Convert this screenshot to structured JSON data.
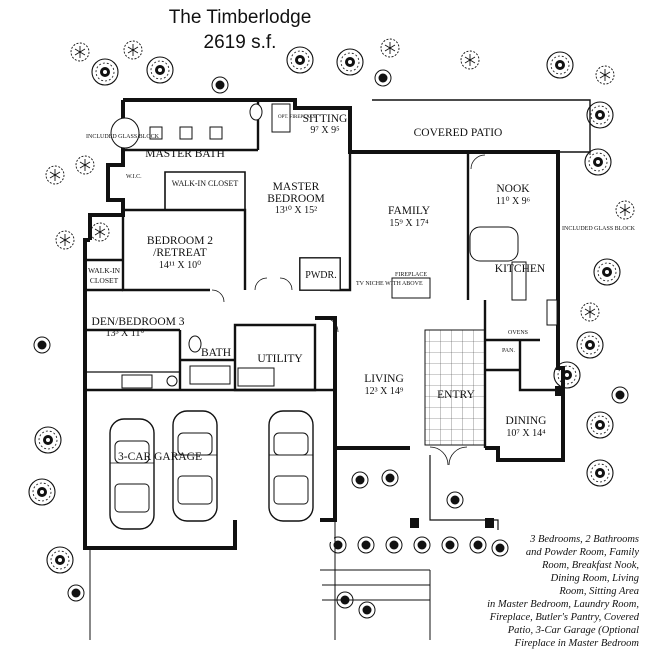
{
  "header": {
    "title": "The Timberlodge",
    "area": "2619 s.f."
  },
  "rooms": {
    "master_bath": "MASTER BATH",
    "sitting": "SITTING",
    "sitting_dim": "9⁷ X 9⁵",
    "covered_patio": "COVERED PATIO",
    "walk_in_closet": "WALK-IN CLOSET",
    "master_bedroom_1": "MASTER",
    "master_bedroom_2": "BEDROOM",
    "master_bedroom_dim": "13¹⁰ X 15²",
    "family": "FAMILY",
    "family_dim": "15⁹ X 17⁴",
    "nook": "NOOK",
    "nook_dim": "11⁰ X 9⁶",
    "bedroom2_1": "BEDROOM 2",
    "bedroom2_2": "/RETREAT",
    "bedroom2_dim": "14¹¹ X 10⁰",
    "pwdr": "PWDR.",
    "kitchen": "KITCHEN",
    "walk_in_closet_small_1": "WALK-IN",
    "walk_in_closet_small_2": "CLOSET",
    "den_bedroom3": "DEN/BEDROOM 3",
    "den_bedroom3_dim": "13³ X 11⁰",
    "bath": "BATH",
    "utility": "UTILITY",
    "living": "LIVING",
    "living_dim": "12³ X 14⁹",
    "entry": "ENTRY",
    "dining": "DINING",
    "dining_dim": "10⁷ X 14⁴",
    "garage": "3-CAR GARAGE"
  },
  "notes": {
    "included_glass_block_left": "INCLUDED GLASS BLOCK",
    "included_glass_block_right": "INCLUDED GLASS BLOCK",
    "tv_niche": "TV NICHE WITH ABOVE",
    "fireplace": "FIREPLACE",
    "opt_fireplace": "OPT. FIREPLACE",
    "ovens": "OVENS",
    "pan": "PAN.",
    "wic": "W.I.C."
  },
  "description": {
    "line1": "3 Bedrooms, 2 Bathrooms",
    "line2": "and Powder Room, Family",
    "line3": "Room, Breakfast Nook,",
    "line4": "Dining Room, Living",
    "line5": "Room, Sitting Area",
    "line6": "in Master Bedroom, Laundry Room,",
    "line7": "Fireplace, Butler's Pantry, Covered",
    "line8": "Patio, 3-Car Garage (Optional",
    "line9": "Fireplace in Master Bedroom"
  }
}
